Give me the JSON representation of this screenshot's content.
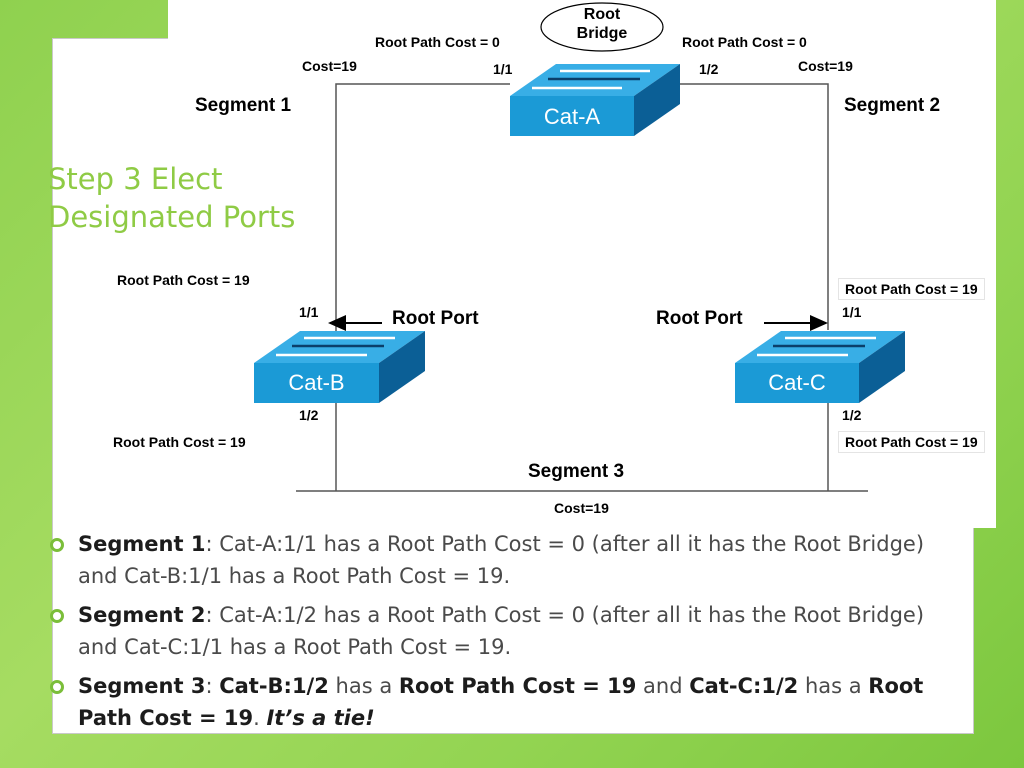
{
  "title": {
    "line1": "Step 3   Elect",
    "line2": "Designated Ports"
  },
  "root_bridge": {
    "line1": "Root",
    "line2": "Bridge"
  },
  "switches": {
    "a": "Cat-A",
    "b": "Cat-B",
    "c": "Cat-C"
  },
  "segments": {
    "s1": "Segment 1",
    "s2": "Segment 2",
    "s3": "Segment 3"
  },
  "costs": {
    "left": "Cost=19",
    "right": "Cost=19",
    "bottom": "Cost=19"
  },
  "root_path_costs": {
    "a_left": "Root Path Cost = 0",
    "a_right": "Root Path Cost = 0",
    "b_top": "Root Path Cost = 19",
    "b_bottom": "Root Path Cost = 19",
    "c_top": "Root Path Cost = 19",
    "c_bottom": "Root Path Cost = 19"
  },
  "ports": {
    "a_11": "1/1",
    "a_12": "1/2",
    "b_11": "1/1",
    "b_12": "1/2",
    "c_11": "1/1",
    "c_12": "1/2"
  },
  "root_port": {
    "b": "Root Port",
    "c": "Root Port"
  },
  "bullets": [
    {
      "head": "Segment 1",
      "rest": ": Cat-A:1/1 has a Root Path Cost = 0 (after all it has the Root Bridge) and Cat-B:1/1 has a Root Path Cost = 19."
    },
    {
      "head": "Segment 2",
      "rest": ": Cat-A:1/2 has a Root Path Cost = 0 (after all it has the Root Bridge) and Cat-C:1/1 has a Root Path Cost = 19."
    }
  ],
  "bullet3": {
    "head": "Segment 3",
    "p1": ": ",
    "b1": "Cat-B:1/2",
    "p2": " has a ",
    "b2": "Root Path Cost = 19",
    "p3": " and ",
    "b3": "Cat-C:1/2",
    "p4": " has a ",
    "b4": "Root Path Cost = 19",
    "p5": ".  ",
    "tie": "It’s a tie!"
  },
  "colors": {
    "switch_front": "#1b9ad6",
    "switch_side": "#0b5f96",
    "title_green": "#8fcb45",
    "background_green": "#93d452"
  }
}
